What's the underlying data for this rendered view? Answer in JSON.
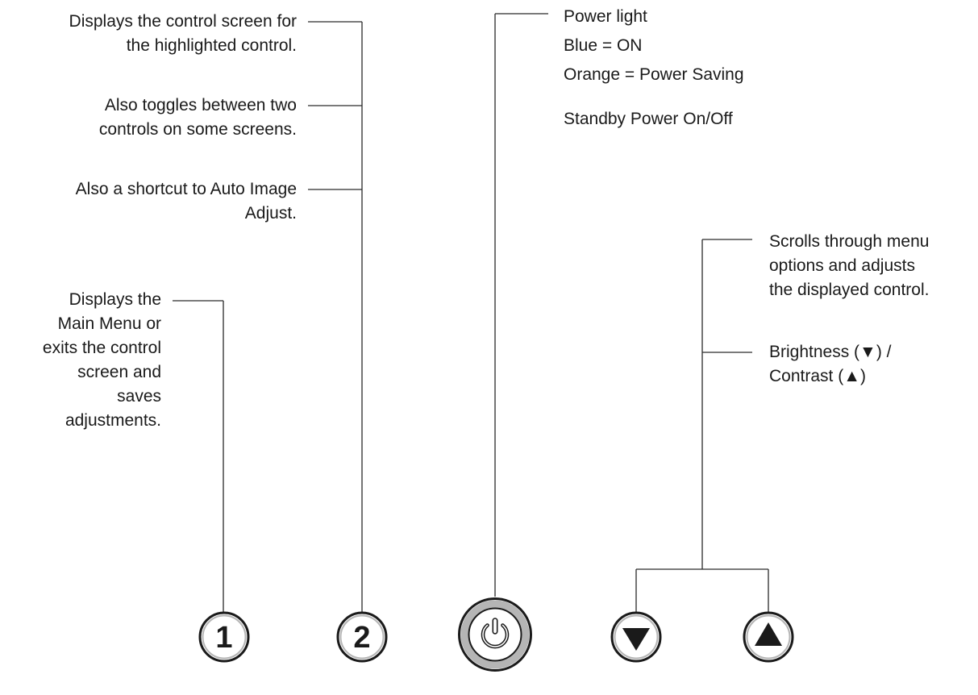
{
  "labels": {
    "control": [
      "Displays the control screen for",
      "the highlighted control."
    ],
    "toggle": [
      "Also toggles between two",
      "controls on some screens."
    ],
    "auto": [
      "Also a shortcut to Auto Image",
      "Adjust."
    ],
    "menu": [
      "Displays the",
      "Main Menu or",
      "exits the control",
      "screen and",
      "saves",
      "adjustments."
    ],
    "power": [
      "Power light",
      "Blue = ON",
      "Orange = Power Saving"
    ],
    "standby": "Standby Power On/Off",
    "scroll": [
      "Scrolls through menu",
      "options and adjusts",
      "the displayed control."
    ],
    "bright": [
      "Brightness (▼) /",
      "Contrast  (▲)"
    ]
  },
  "buttons": {
    "one": "1",
    "two": "2",
    "power": "power-icon",
    "down": "down-triangle-icon",
    "up": "up-triangle-icon"
  },
  "colors": {
    "line": "#2a2a2a",
    "ring": "#b5b5b5",
    "button_stroke": "#1a1a1a"
  }
}
